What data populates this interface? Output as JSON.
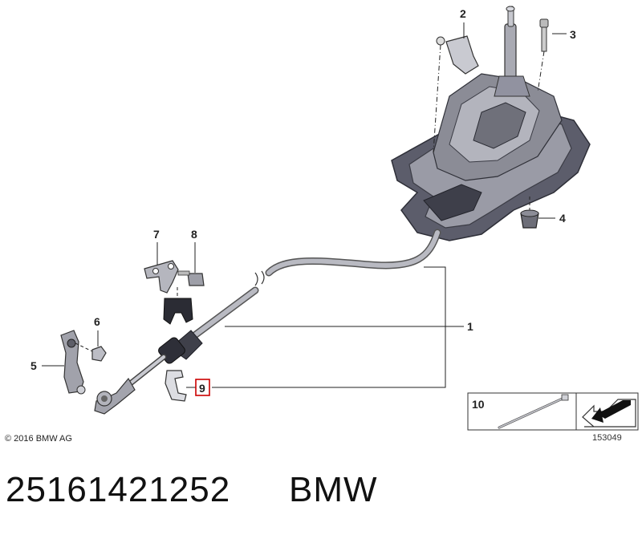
{
  "diagram": {
    "callouts": {
      "c1": "1",
      "c2": "2",
      "c3": "3",
      "c4": "4",
      "c5": "5",
      "c6": "6",
      "c7": "7",
      "c8": "8",
      "c9": "9",
      "c10": "10"
    },
    "copyright": "© 2016 BMW AG",
    "drawing_number": "153049",
    "highlight_color": "#cc0000"
  },
  "footer": {
    "part_number": "25161421252",
    "brand": "BMW"
  }
}
